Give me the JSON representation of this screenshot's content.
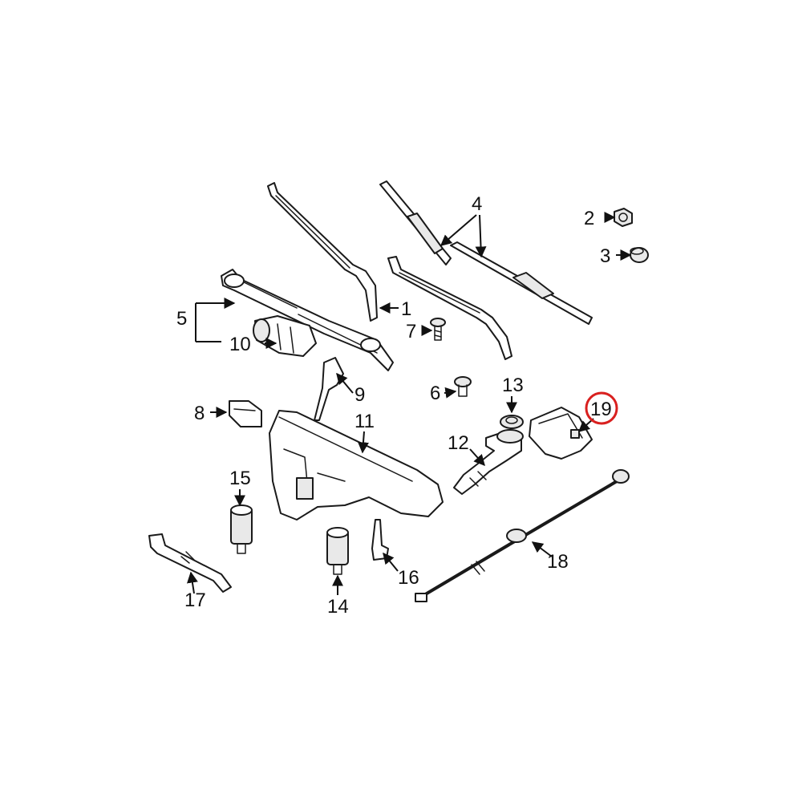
{
  "callouts": [
    {
      "id": "c1",
      "text": "1"
    },
    {
      "id": "c2",
      "text": "2"
    },
    {
      "id": "c3",
      "text": "3"
    },
    {
      "id": "c4",
      "text": "4"
    },
    {
      "id": "c5",
      "text": "5"
    },
    {
      "id": "c6",
      "text": "6"
    },
    {
      "id": "c7",
      "text": "7"
    },
    {
      "id": "c8",
      "text": "8"
    },
    {
      "id": "c9",
      "text": "9"
    },
    {
      "id": "c10",
      "text": "10"
    },
    {
      "id": "c11",
      "text": "11"
    },
    {
      "id": "c12",
      "text": "12"
    },
    {
      "id": "c13",
      "text": "13"
    },
    {
      "id": "c14",
      "text": "14"
    },
    {
      "id": "c15",
      "text": "15"
    },
    {
      "id": "c16",
      "text": "16"
    },
    {
      "id": "c17",
      "text": "17"
    },
    {
      "id": "c18",
      "text": "18"
    },
    {
      "id": "c19",
      "text": "19"
    }
  ],
  "highlight": {
    "callout": "19",
    "color": "#d9201f"
  }
}
